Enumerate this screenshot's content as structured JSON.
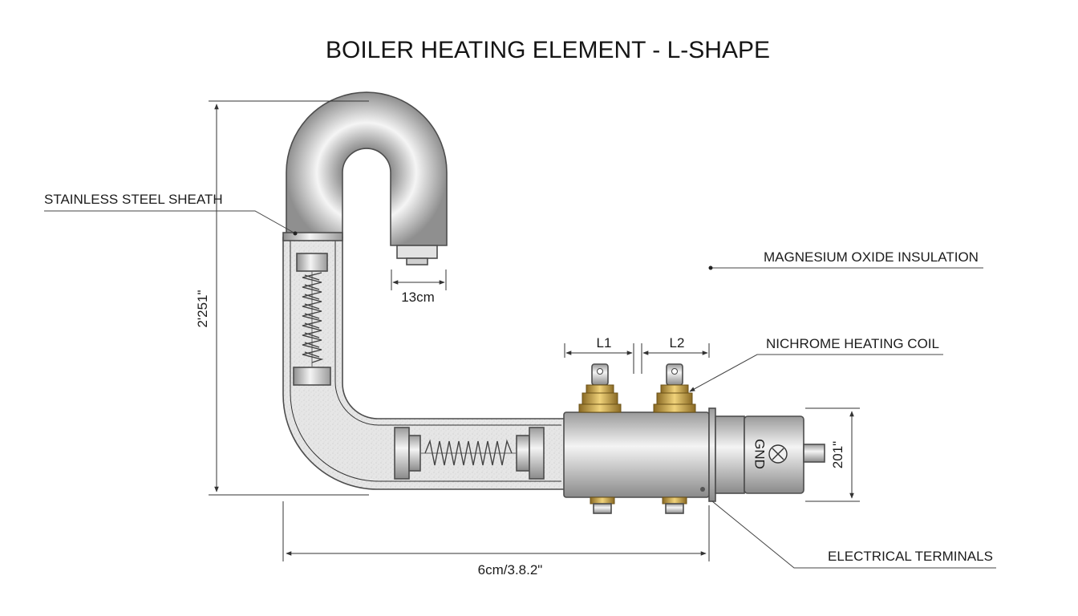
{
  "diagram": {
    "title": "BOILER HEATING ELEMENT - L-SHAPE",
    "labels": {
      "sheath": "STAINLESS STEEL SHEATH",
      "insulation": "MAGNESIUM OXIDE INSULATION",
      "coil": "NICHROME HEATING COIL",
      "terminals": "ELECTRICAL TERMINALS"
    },
    "dimensions": {
      "height": "2'251\"",
      "pipe_end": "13cm",
      "length": "6cm/3.8.2\"",
      "head_diameter": "201\""
    },
    "terminal_labels": {
      "l1": "L1",
      "l2": "L2",
      "ground": "GND"
    },
    "colors": {
      "steel_light": "#f2f2f2",
      "steel_mid": "#c4c4c4",
      "steel_dark": "#8c8c8c",
      "brass": "#c9a24a",
      "insulation": "#e4e4e4"
    }
  }
}
